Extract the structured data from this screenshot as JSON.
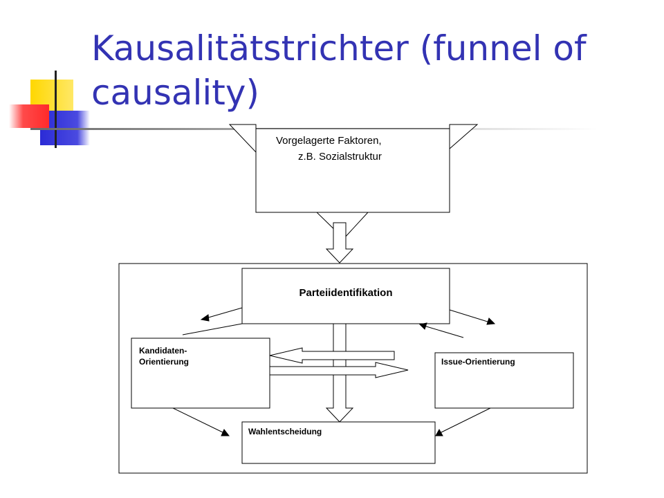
{
  "slide": {
    "title_line1": "Kausalitätstrichter (funnel of",
    "title_line2": "causality)"
  },
  "diagram": {
    "top_box_line1": "Vorgelagerte Faktoren,",
    "top_box_line2": "z.B. Sozialstruktur",
    "party_id": "Parteiidentifikation",
    "candidate_line1": "Kandidaten-",
    "candidate_line2": "Orientierung",
    "issue": "Issue-Orientierung",
    "vote": "Wahlentscheidung"
  },
  "colors": {
    "title": "#3333b3",
    "deco_yellow": "#ffd700",
    "deco_blue": "#2b2bd6",
    "deco_red": "#ff4a4a"
  }
}
